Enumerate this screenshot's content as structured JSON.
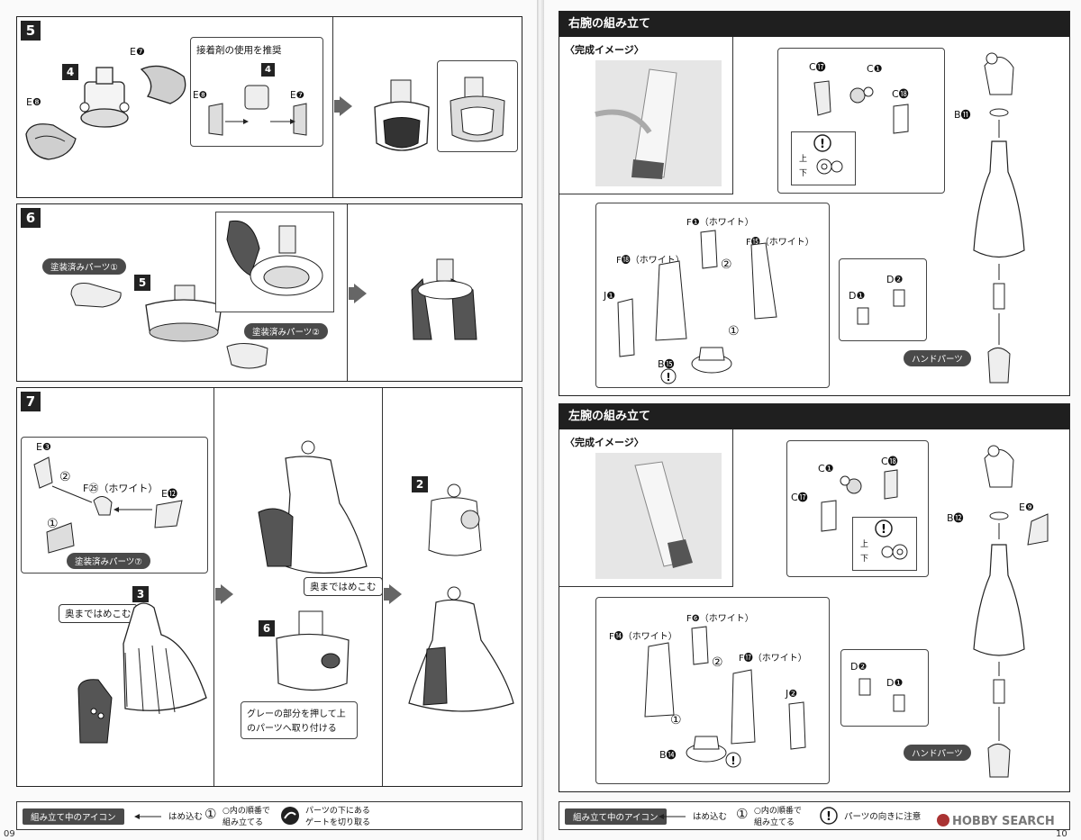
{
  "left_page": {
    "page_number": "09",
    "step5": {
      "number": "5",
      "labels": {
        "e8_a": "E❽",
        "e7_a": "E❼",
        "e8_b": "E❽",
        "e7_b": "E❼",
        "part4_a": "4",
        "part4_b": "4"
      },
      "note": "接着剤の使用を推奨"
    },
    "step6": {
      "number": "6",
      "part5": "5",
      "painted1": "塗装済みパーツ①",
      "painted2": "塗装済みパーツ②"
    },
    "step7": {
      "number": "7",
      "e3": "E❸",
      "f25": "F㉕（ホワイト）",
      "e12": "E⓬",
      "painted7": "塗装済みパーツ⑦",
      "part3": "3",
      "push_deep_a": "奥まではめこむ",
      "push_deep_b": "奥まではめこむ",
      "part6": "6",
      "part2": "2",
      "grey_note_line1": "グレーの部分を押して上",
      "grey_note_line2": "のパーツへ取り付ける",
      "order1": "①",
      "order2": "②"
    },
    "legend": {
      "title": "組み立て中のアイコン",
      "insert": "はめ込む",
      "order_line1": "○内の順番で",
      "order_line2": "組み立てる",
      "gate_line1": "パーツの下にある",
      "gate_line2": "ゲートを切り取る",
      "order_icon": "①"
    }
  },
  "right_page": {
    "page_number": "10",
    "right_arm": {
      "title": "右腕の組み立て",
      "image_label": "〈完成イメージ〉",
      "c17": "C⓱",
      "c1": "C❶",
      "c18": "C⓲",
      "b11": "B⓫",
      "up": "上",
      "down": "下",
      "f1": "F❶（ホワイト）",
      "f18": "F⓲（ホワイト）",
      "f15": "F⓯（ホワイト）",
      "j1": "J❶",
      "b15": "B⓯",
      "d2": "D❷",
      "d1": "D❶",
      "hand": "ハンドパーツ",
      "order1": "①",
      "order2": "②"
    },
    "left_arm": {
      "title": "左腕の組み立て",
      "image_label": "〈完成イメージ〉",
      "c1": "C❶",
      "c18": "C⓲",
      "c17": "C⓱",
      "b12": "B⓬",
      "e9": "E❾",
      "up": "上",
      "down": "下",
      "f6": "F❻（ホワイト）",
      "f14": "F⓮（ホワイト）",
      "f17": "F⓱（ホワイト）",
      "j2": "J❷",
      "b14": "B⓮",
      "d2": "D❷",
      "d1": "D❶",
      "hand": "ハンドパーツ",
      "order1": "①",
      "order2": "②"
    },
    "legend": {
      "title": "組み立て中のアイコン",
      "insert": "はめ込む",
      "order_line1": "○内の順番で",
      "order_line2": "組み立てる",
      "caution": "パーツの向きに注意",
      "order_icon": "①"
    },
    "watermark": "HOBBY SEARCH"
  }
}
